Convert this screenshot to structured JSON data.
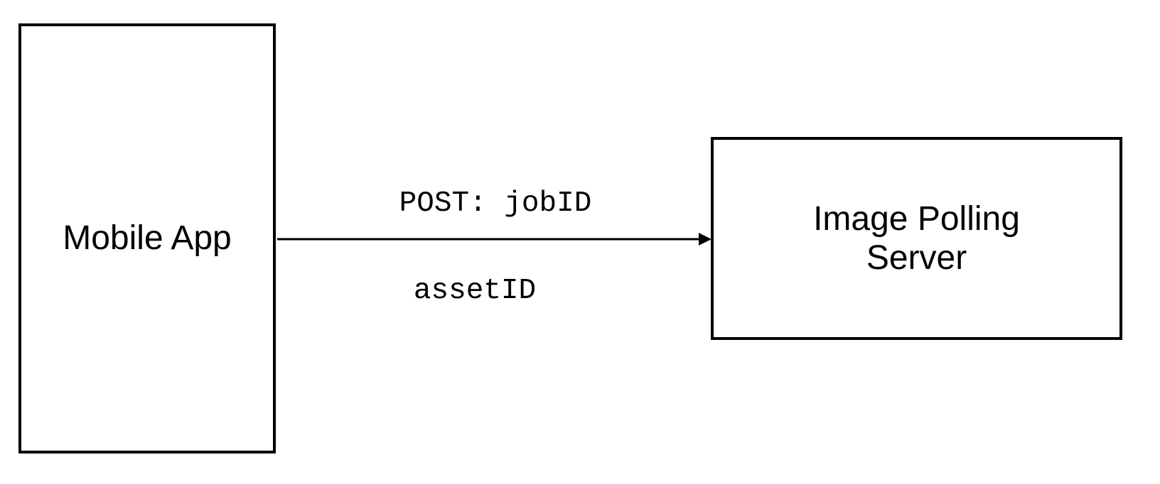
{
  "diagram": {
    "nodes": [
      {
        "id": "mobile-app",
        "label": "Mobile App"
      },
      {
        "id": "image-polling-server",
        "label": "Image Polling Server"
      }
    ],
    "edges": [
      {
        "from": "mobile-app",
        "to": "image-polling-server",
        "label_top": "POST: jobID",
        "label_bottom": "assetID"
      }
    ],
    "colors": {
      "border": "#000000",
      "background": "#ffffff",
      "text": "#000000",
      "connector": "#000000"
    }
  }
}
